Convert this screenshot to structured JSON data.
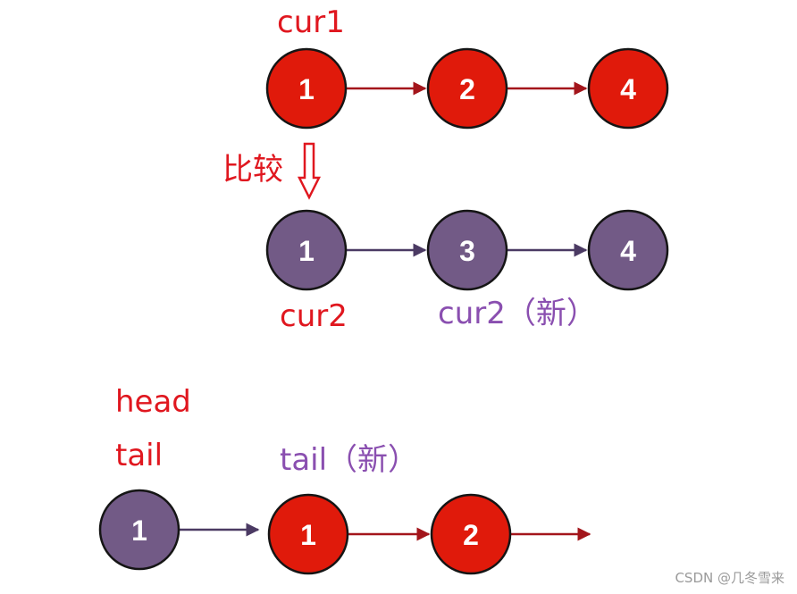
{
  "colors": {
    "red_node": "#e01a0b",
    "purple_node": "#725a86",
    "red_arrow": "#a3151b",
    "purple_arrow": "#4b3a63",
    "outline": "#151515",
    "red_text": "#e0171f",
    "purple_text": "#8a4fb0"
  },
  "list1": {
    "label": "cur1",
    "nodes": [
      "1",
      "2",
      "4"
    ]
  },
  "compare": {
    "label": "比较"
  },
  "list2": {
    "nodes": [
      "1",
      "3",
      "4"
    ],
    "cur_label": "cur2",
    "next_label": "cur2（新）"
  },
  "result": {
    "head_label": "head",
    "tail_label": "tail",
    "new_tail_label": "tail（新）",
    "nodes": [
      "1",
      "1",
      "2"
    ]
  },
  "watermark": "CSDN @几冬雪来"
}
